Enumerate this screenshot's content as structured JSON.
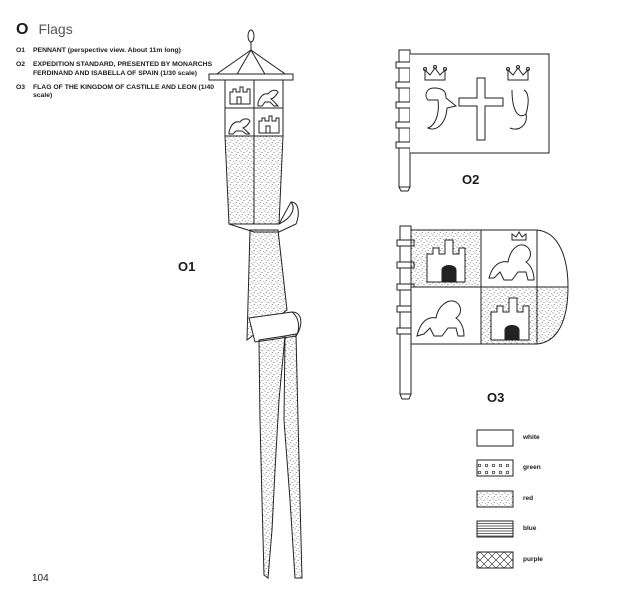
{
  "section": {
    "letter": "O",
    "title": "Flags"
  },
  "captions": [
    {
      "code": "O1",
      "text": "PENNANT (perspective view. About 11m long)"
    },
    {
      "code": "O2",
      "text": "EXPEDITION STANDARD, PRESENTED BY MONARCHS FERDINAND AND ISABELLA OF SPAIN (1/30 scale)"
    },
    {
      "code": "O3",
      "text": "FLAG OF THE KINGDOM OF CASTILLE AND LEON (1/40 scale)"
    }
  ],
  "figures": {
    "o1": {
      "label": "O1"
    },
    "o2": {
      "label": "O2"
    },
    "o3": {
      "label": "O3"
    }
  },
  "legend": [
    {
      "pattern": "plain",
      "label": "white"
    },
    {
      "pattern": "dots",
      "label": "green"
    },
    {
      "pattern": "stipple",
      "label": "red"
    },
    {
      "pattern": "horizontal-lines",
      "label": "blue"
    },
    {
      "pattern": "crosshatch",
      "label": "purple"
    }
  ],
  "page_number": "104"
}
